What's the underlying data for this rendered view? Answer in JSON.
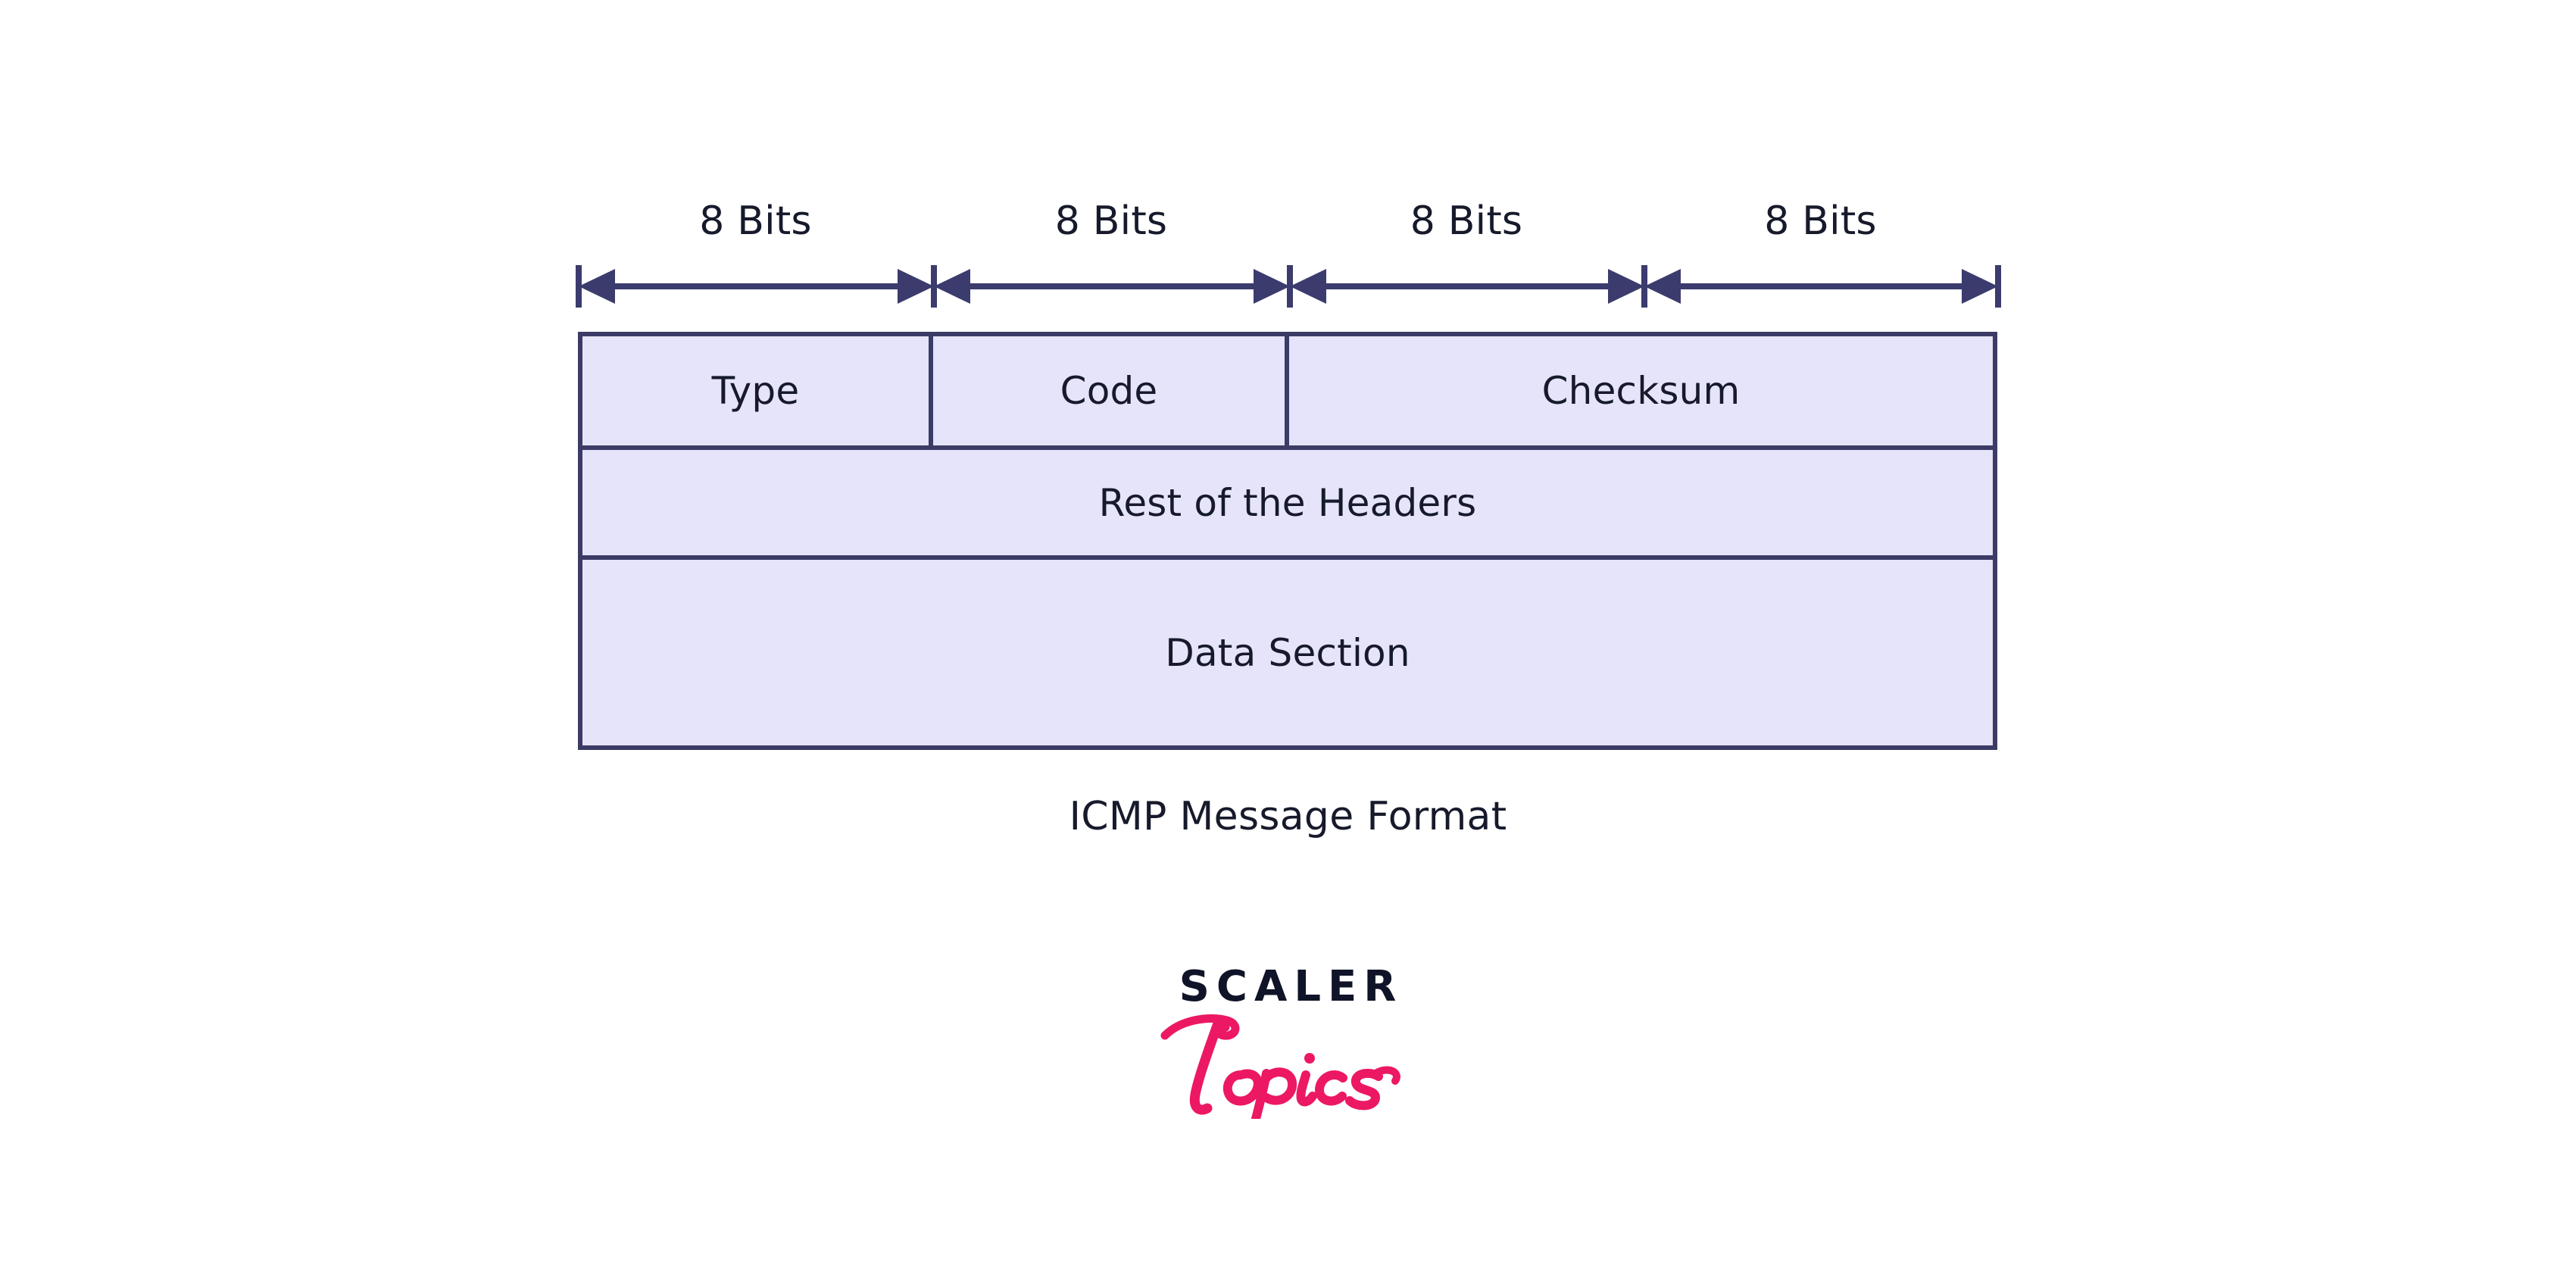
{
  "diagram": {
    "title": "ICMP Message Format",
    "ruler": {
      "segments": [
        {
          "label": "8 Bits"
        },
        {
          "label": "8 Bits"
        },
        {
          "label": "8 Bits"
        },
        {
          "label": "8 Bits"
        }
      ]
    },
    "rows": [
      {
        "name": "header-row-1",
        "cells": [
          {
            "label": "Type",
            "bits": 8
          },
          {
            "label": "Code",
            "bits": 8
          },
          {
            "label": "Checksum",
            "bits": 16
          }
        ]
      },
      {
        "name": "header-row-2",
        "cells": [
          {
            "label": "Rest of the Headers",
            "bits": 32
          }
        ]
      },
      {
        "name": "data-row",
        "cells": [
          {
            "label": "Data Section",
            "bits": 32
          }
        ]
      }
    ]
  },
  "logo": {
    "wordmark": "SCALER",
    "script": "Topics"
  },
  "colors": {
    "cell_fill": "#e6e4fa",
    "border": "#3b3b66",
    "text": "#161a2b",
    "arrow": "#3b3b6e",
    "logo_dark": "#101428",
    "logo_pink": "#ec1863",
    "background": "#ffffff"
  }
}
